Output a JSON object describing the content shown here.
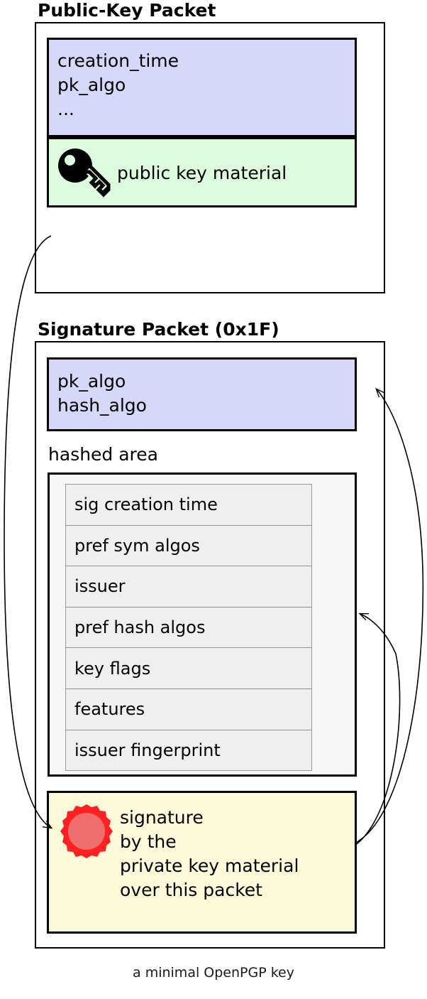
{
  "caption": "a minimal OpenPGP key",
  "colors": {
    "lavender": "#d7d7f9",
    "green": "#ddfcdd",
    "yellow": "#fcfbd9",
    "hashed_bg": "#f7f7f7",
    "hashed_item_bg": "#efefef",
    "seal_ring": "#ff2222",
    "seal_fill": "#ef6e6e",
    "outline": "#000000"
  },
  "packets": [
    {
      "id": "public-key-packet",
      "title": "Public-Key Packet",
      "fields": [
        {
          "id": "pubkey-header-fields",
          "text": "creation_time\npk_algo\n...",
          "fill": "lavender"
        },
        {
          "id": "public-key-material",
          "text": "public key material",
          "fill": "green",
          "icon": "key-icon"
        }
      ]
    },
    {
      "id": "signature-packet",
      "title": "Signature Packet (0x1F)",
      "fields": [
        {
          "id": "sig-algo-fields",
          "text": "pk_algo\nhash_algo",
          "fill": "lavender"
        },
        {
          "id": "signature-value",
          "text": "signature\nby the\nprivate key material\nover this packet",
          "fill": "yellow",
          "icon": "wax-seal-icon"
        }
      ],
      "hashed_area": {
        "label": "hashed area",
        "items": [
          "sig creation time",
          "pref sym algos",
          "issuer",
          "pref hash algos",
          "key flags",
          "features",
          "issuer fingerprint"
        ]
      }
    }
  ],
  "arrows": [
    {
      "id": "arrow-pubkey-to-signature",
      "from": "public-key-packet",
      "to": "signature-value"
    },
    {
      "id": "arrow-signature-to-sig-algo",
      "from": "signature-value",
      "to": "sig-algo-fields"
    },
    {
      "id": "arrow-signature-to-hashed-area",
      "from": "signature-value",
      "to": "hashed-area"
    }
  ]
}
